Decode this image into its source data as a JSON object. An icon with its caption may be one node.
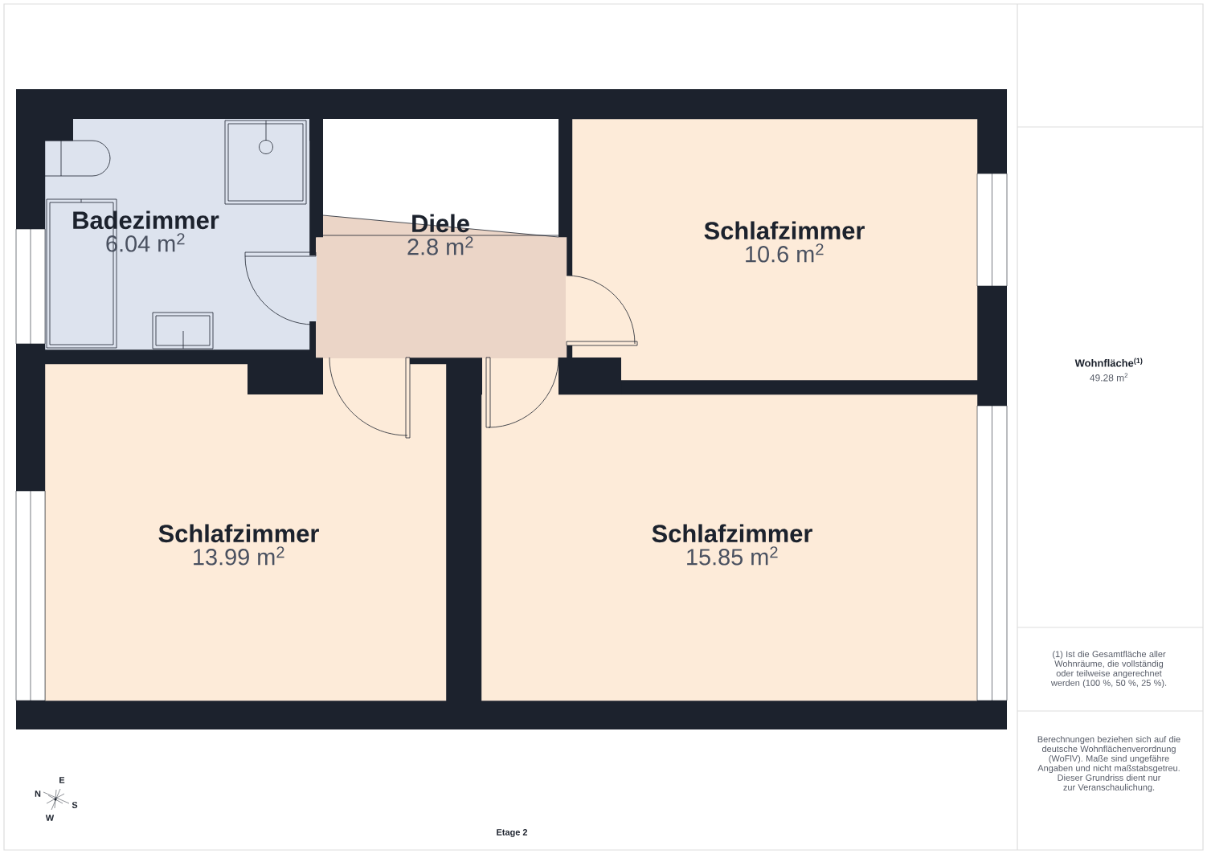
{
  "diagram": {
    "nodes": [
      {
        "text": [
          "Badezimmer",
          "6.04 m$^{2}$"
        ]
      },
      {
        "text": [
          "Diele",
          "2.8 m$^{2}$"
        ]
      },
      {
        "text": [
          "Schlafzimmer",
          "10.6 m$^{2}$"
        ]
      },
      {
        "text": [
          "Schlafzimmer",
          "13.99 m$^{2}$"
        ]
      },
      {
        "text": [
          "Schlafzimmer",
          "15.85 m$^{2}$"
        ]
      },
      {
        "text": [
          "Wohnfläche$^{(1)}$",
          "49.28 m$^{2}$"
        ]
      },
      {
        "text": [
          "(1) Ist die Gesamtfläche aller Wohnräume, die vollständig oder teilweise angerechnet werden (100 %, 50 %, 25 %)."
        ]
      },
      {
        "text": [
          "Berechnungen beziehen sich auf die deutsche Wohnflächenverordnung (WoFlV). Maße sind ungefähre Angaben und nicht maßstabsgetreu. Dieser Grundriss dient nur zur Veranschaulichung."
        ]
      }
    ],
    "labels": [
      "E",
      "N",
      "S",
      "W",
      "Etage 2"
    ]
  }
}
